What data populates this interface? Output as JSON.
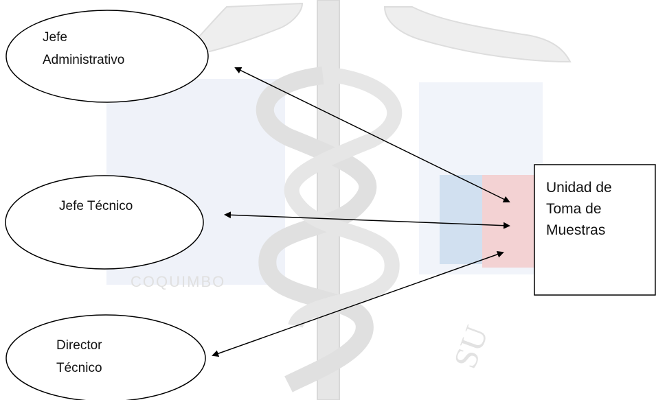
{
  "colors": {
    "stroke": "#000000",
    "background": "#ffffff",
    "watermark_gray": "#e3e3e3",
    "watermark_blue": "#dfe7f4",
    "watermark_flag_blue": "#c9dbee",
    "watermark_flag_red": "#f4c9c9"
  },
  "nodes": {
    "jefe_administrativo": {
      "line1": "Jefe",
      "line2": "Administrativo"
    },
    "jefe_tecnico": {
      "line1": "Jefe Técnico"
    },
    "director_tecnico": {
      "line1": "Director",
      "line2": "Técnico"
    }
  },
  "target_box": {
    "line1": "Unidad de",
    "line2": "Toma de",
    "line3": "Muestras"
  },
  "watermark": {
    "text": "COQUIMBO",
    "icon": "caduceus-icon"
  }
}
